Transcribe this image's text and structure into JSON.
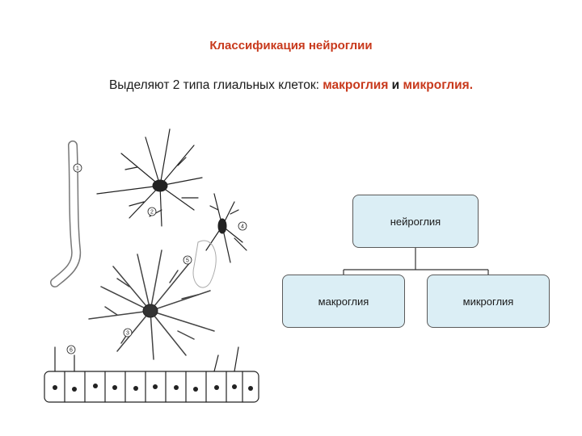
{
  "title": "Классификация нейроглии",
  "subtitle": {
    "prefix": "Выделяют 2 типа глиальных клеток: ",
    "term1": "макроглия",
    "conjunction": " и ",
    "term2": "микроглия."
  },
  "illustration": {
    "labels": [
      "1",
      "2",
      "3",
      "4",
      "5",
      "6"
    ]
  },
  "diagram": {
    "root": "нейроглия",
    "children": [
      "макроглия",
      "микроглия"
    ]
  },
  "colors": {
    "accent": "#c8391c",
    "box_fill": "#dbeef5",
    "box_border": "#5a5a5a"
  }
}
